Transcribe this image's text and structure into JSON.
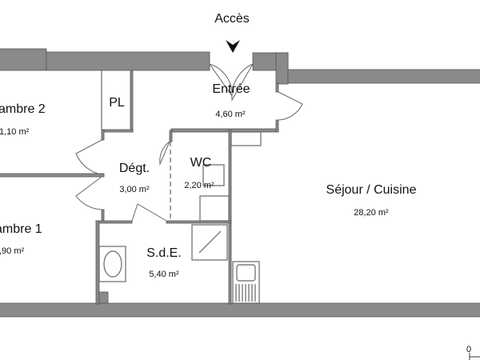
{
  "plan": {
    "access_label": "Accès",
    "rooms": {
      "chambre2": {
        "name": "ambre 2",
        "area": "1,10 m²"
      },
      "pl": {
        "name": "PL"
      },
      "entree": {
        "name": "Entrée",
        "area": "4,60 m²"
      },
      "degt": {
        "name": "Dégt.",
        "area": "3,00 m²"
      },
      "wc": {
        "name": "WC",
        "area": "2,20 m²"
      },
      "sejour": {
        "name": "Séjour / Cuisine",
        "area": "28,20 m²"
      },
      "chambre1": {
        "name": "ambre 1",
        "area": ",90 m²"
      },
      "sde": {
        "name": "S.d.E.",
        "area": "5,40 m²"
      }
    },
    "scale_label": "0",
    "colors": {
      "wall": "#8a8a8a",
      "line": "#666666"
    }
  }
}
